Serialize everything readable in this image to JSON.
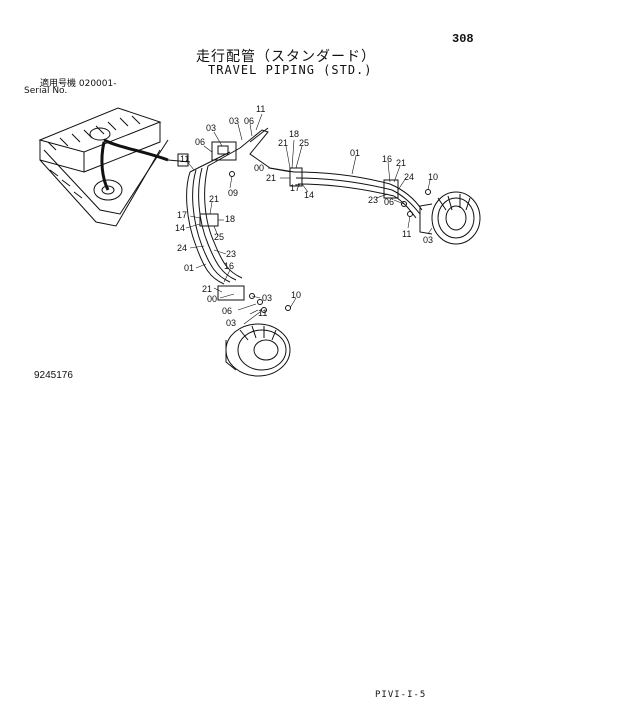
{
  "header": {
    "page_number": "308",
    "title_jp": "走行配管（スタンダード）",
    "title_en": "TRAVEL PIPING (STD.)",
    "serial_label_jp": "適用号機  020001-",
    "serial_label_en": "Serial No."
  },
  "footer": {
    "drawing_number": "9245176",
    "page_code": "PIVI-I-5"
  },
  "callouts": {
    "c11a": "11",
    "c03a": "03",
    "c06a": "06",
    "c03b": "03",
    "c06b": "06",
    "c11b": "11",
    "c09": "09",
    "c18a": "18",
    "c21a": "21",
    "c25a": "25",
    "c00a": "00",
    "c21b": "21",
    "c17a": "17",
    "c14a": "14",
    "c01a": "01",
    "c16a": "16",
    "c21c": "21",
    "c10a": "10",
    "c24a": "24",
    "c23a": "23",
    "c06c": "06",
    "c11c": "11",
    "c03c": "03",
    "c21d": "21",
    "c17b": "17",
    "c18b": "18",
    "c14b": "14",
    "c25b": "25",
    "c24b": "24",
    "c23b": "23",
    "c01b": "01",
    "c16b": "16",
    "c21e": "21",
    "c00b": "00",
    "c03d": "03",
    "c10b": "10",
    "c06d": "06",
    "c11d": "11",
    "c03e": "03"
  }
}
